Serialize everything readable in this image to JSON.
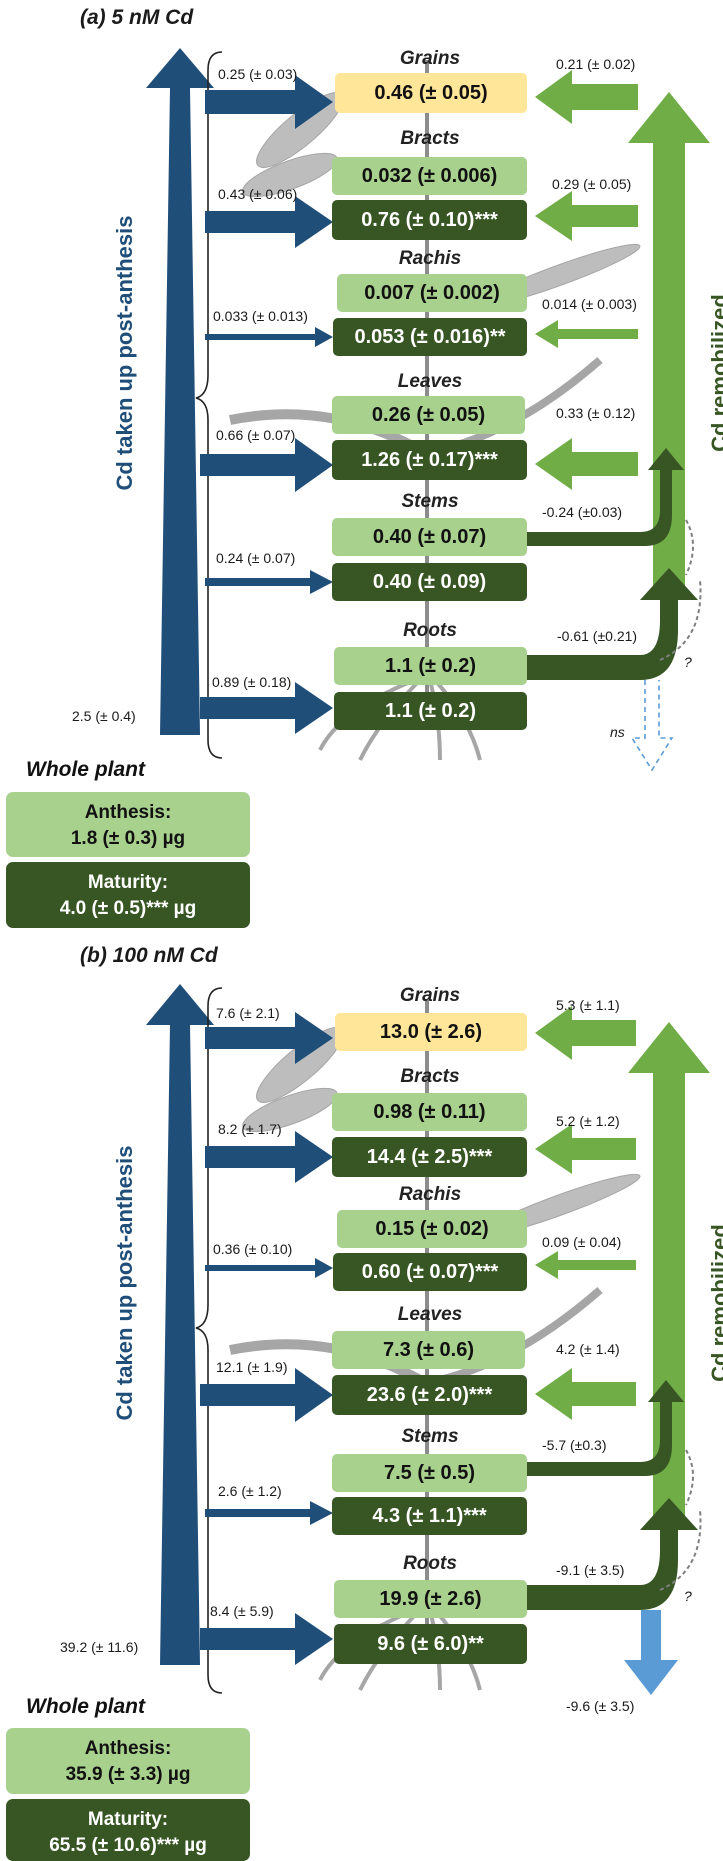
{
  "panels": [
    {
      "title": "(a) 5 nM Cd",
      "left_label": "Cd taken up post-anthesis",
      "right_label": "Cd remobilized",
      "total_uptake": "2.5 (± 0.4)",
      "organs": {
        "grains": {
          "name": "Grains",
          "maturity": "0.46 (± 0.05)",
          "uptake": "0.25 (± 0.03)",
          "remob": "0.21 (± 0.02)"
        },
        "bracts": {
          "name": "Bracts",
          "anthesis": "0.032 (± 0.006)",
          "maturity": "0.76 (± 0.10)***",
          "uptake": "0.43 (± 0.06)",
          "remob": "0.29 (± 0.05)"
        },
        "rachis": {
          "name": "Rachis",
          "anthesis": "0.007 (± 0.002)",
          "maturity": "0.053 (± 0.016)**",
          "uptake": "0.033 (± 0.013)",
          "remob": "0.014 (± 0.003)"
        },
        "leaves": {
          "name": "Leaves",
          "anthesis": "0.26 (± 0.05)",
          "maturity": "1.26 (± 0.17)***",
          "uptake": "0.66 (± 0.07)",
          "remob": "0.33 (± 0.12)"
        },
        "stems": {
          "name": "Stems",
          "anthesis": "0.40 (± 0.07)",
          "maturity": "0.40 (± 0.09)",
          "uptake": "0.24 (± 0.07)",
          "remob": "-0.24 (±0.03)"
        },
        "roots": {
          "name": "Roots",
          "anthesis": "1.1 (± 0.2)",
          "maturity": "1.1 (± 0.2)",
          "uptake": "0.89 (± 0.18)",
          "remob": "-0.61 (±0.21)",
          "efflux": "ns",
          "question": "?"
        }
      },
      "whole_plant": {
        "title": "Whole plant",
        "anthesis_label": "Anthesis:",
        "anthesis_value": "1.8 (± 0.3) µg",
        "maturity_label": "Maturity:",
        "maturity_value": "4.0 (± 0.5)*** µg"
      }
    },
    {
      "title": "(b) 100 nM Cd",
      "left_label": "Cd taken up post-anthesis",
      "right_label": "Cd remobilized",
      "total_uptake": "39.2 (± 11.6)",
      "organs": {
        "grains": {
          "name": "Grains",
          "maturity": "13.0 (± 2.6)",
          "uptake": "7.6 (± 2.1)",
          "remob": "5.3 (± 1.1)"
        },
        "bracts": {
          "name": "Bracts",
          "anthesis": "0.98 (± 0.11)",
          "maturity": "14.4 (± 2.5)***",
          "uptake": "8.2 (± 1.7)",
          "remob": "5.2 (± 1.2)"
        },
        "rachis": {
          "name": "Rachis",
          "anthesis": "0.15 (± 0.02)",
          "maturity": "0.60 (± 0.07)***",
          "uptake": "0.36 (± 0.10)",
          "remob": "0.09 (± 0.04)"
        },
        "leaves": {
          "name": "Leaves",
          "anthesis": "7.3 (± 0.6)",
          "maturity": "23.6 (± 2.0)***",
          "uptake": "12.1 (± 1.9)",
          "remob": "4.2 (± 1.4)"
        },
        "stems": {
          "name": "Stems",
          "anthesis": "7.5 (± 0.5)",
          "maturity": "4.3 (± 1.1)***",
          "uptake": "2.6 (± 1.2)",
          "remob": "-5.7 (±0.3)"
        },
        "roots": {
          "name": "Roots",
          "anthesis": "19.9 (± 2.6)",
          "maturity": "9.6 (± 6.0)**",
          "uptake": "8.4 (± 5.9)",
          "remob": "-9.1 (± 3.5)",
          "efflux": "-9.6 (± 3.5)",
          "question": "?"
        }
      },
      "whole_plant": {
        "title": "Whole plant",
        "anthesis_label": "Anthesis:",
        "anthesis_value": "35.9 (± 3.3) µg",
        "maturity_label": "Maturity:",
        "maturity_value": "65.5 (± 10.6)*** µg"
      }
    }
  ],
  "colors": {
    "uptake_arrow": "#1f4e79",
    "remob_arrow": "#70ad47",
    "anthesis_box": "#a9d18e",
    "maturity_box": "#375623",
    "grain_box": "#ffe699",
    "efflux_arrow": "#5b9bd5"
  }
}
